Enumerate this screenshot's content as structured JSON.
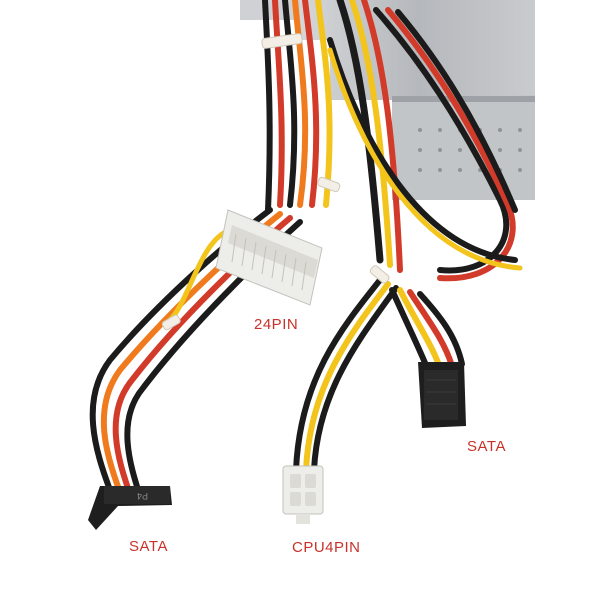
{
  "labels": {
    "pin24": "24PIN",
    "sata_right": "SATA",
    "sata_left": "SATA",
    "cpu4pin": "CPU4PIN"
  },
  "connector_marking": "P4",
  "colors": {
    "label_red": "#c8322a",
    "wire_black": "#1b1b1b",
    "wire_red": "#d23a2a",
    "wire_orange": "#f07a1e",
    "wire_yellow": "#f2c41c",
    "psu_metal": "#b9bcc0",
    "connector_black": "#1e1e1e",
    "connector_white": "#ededea"
  }
}
